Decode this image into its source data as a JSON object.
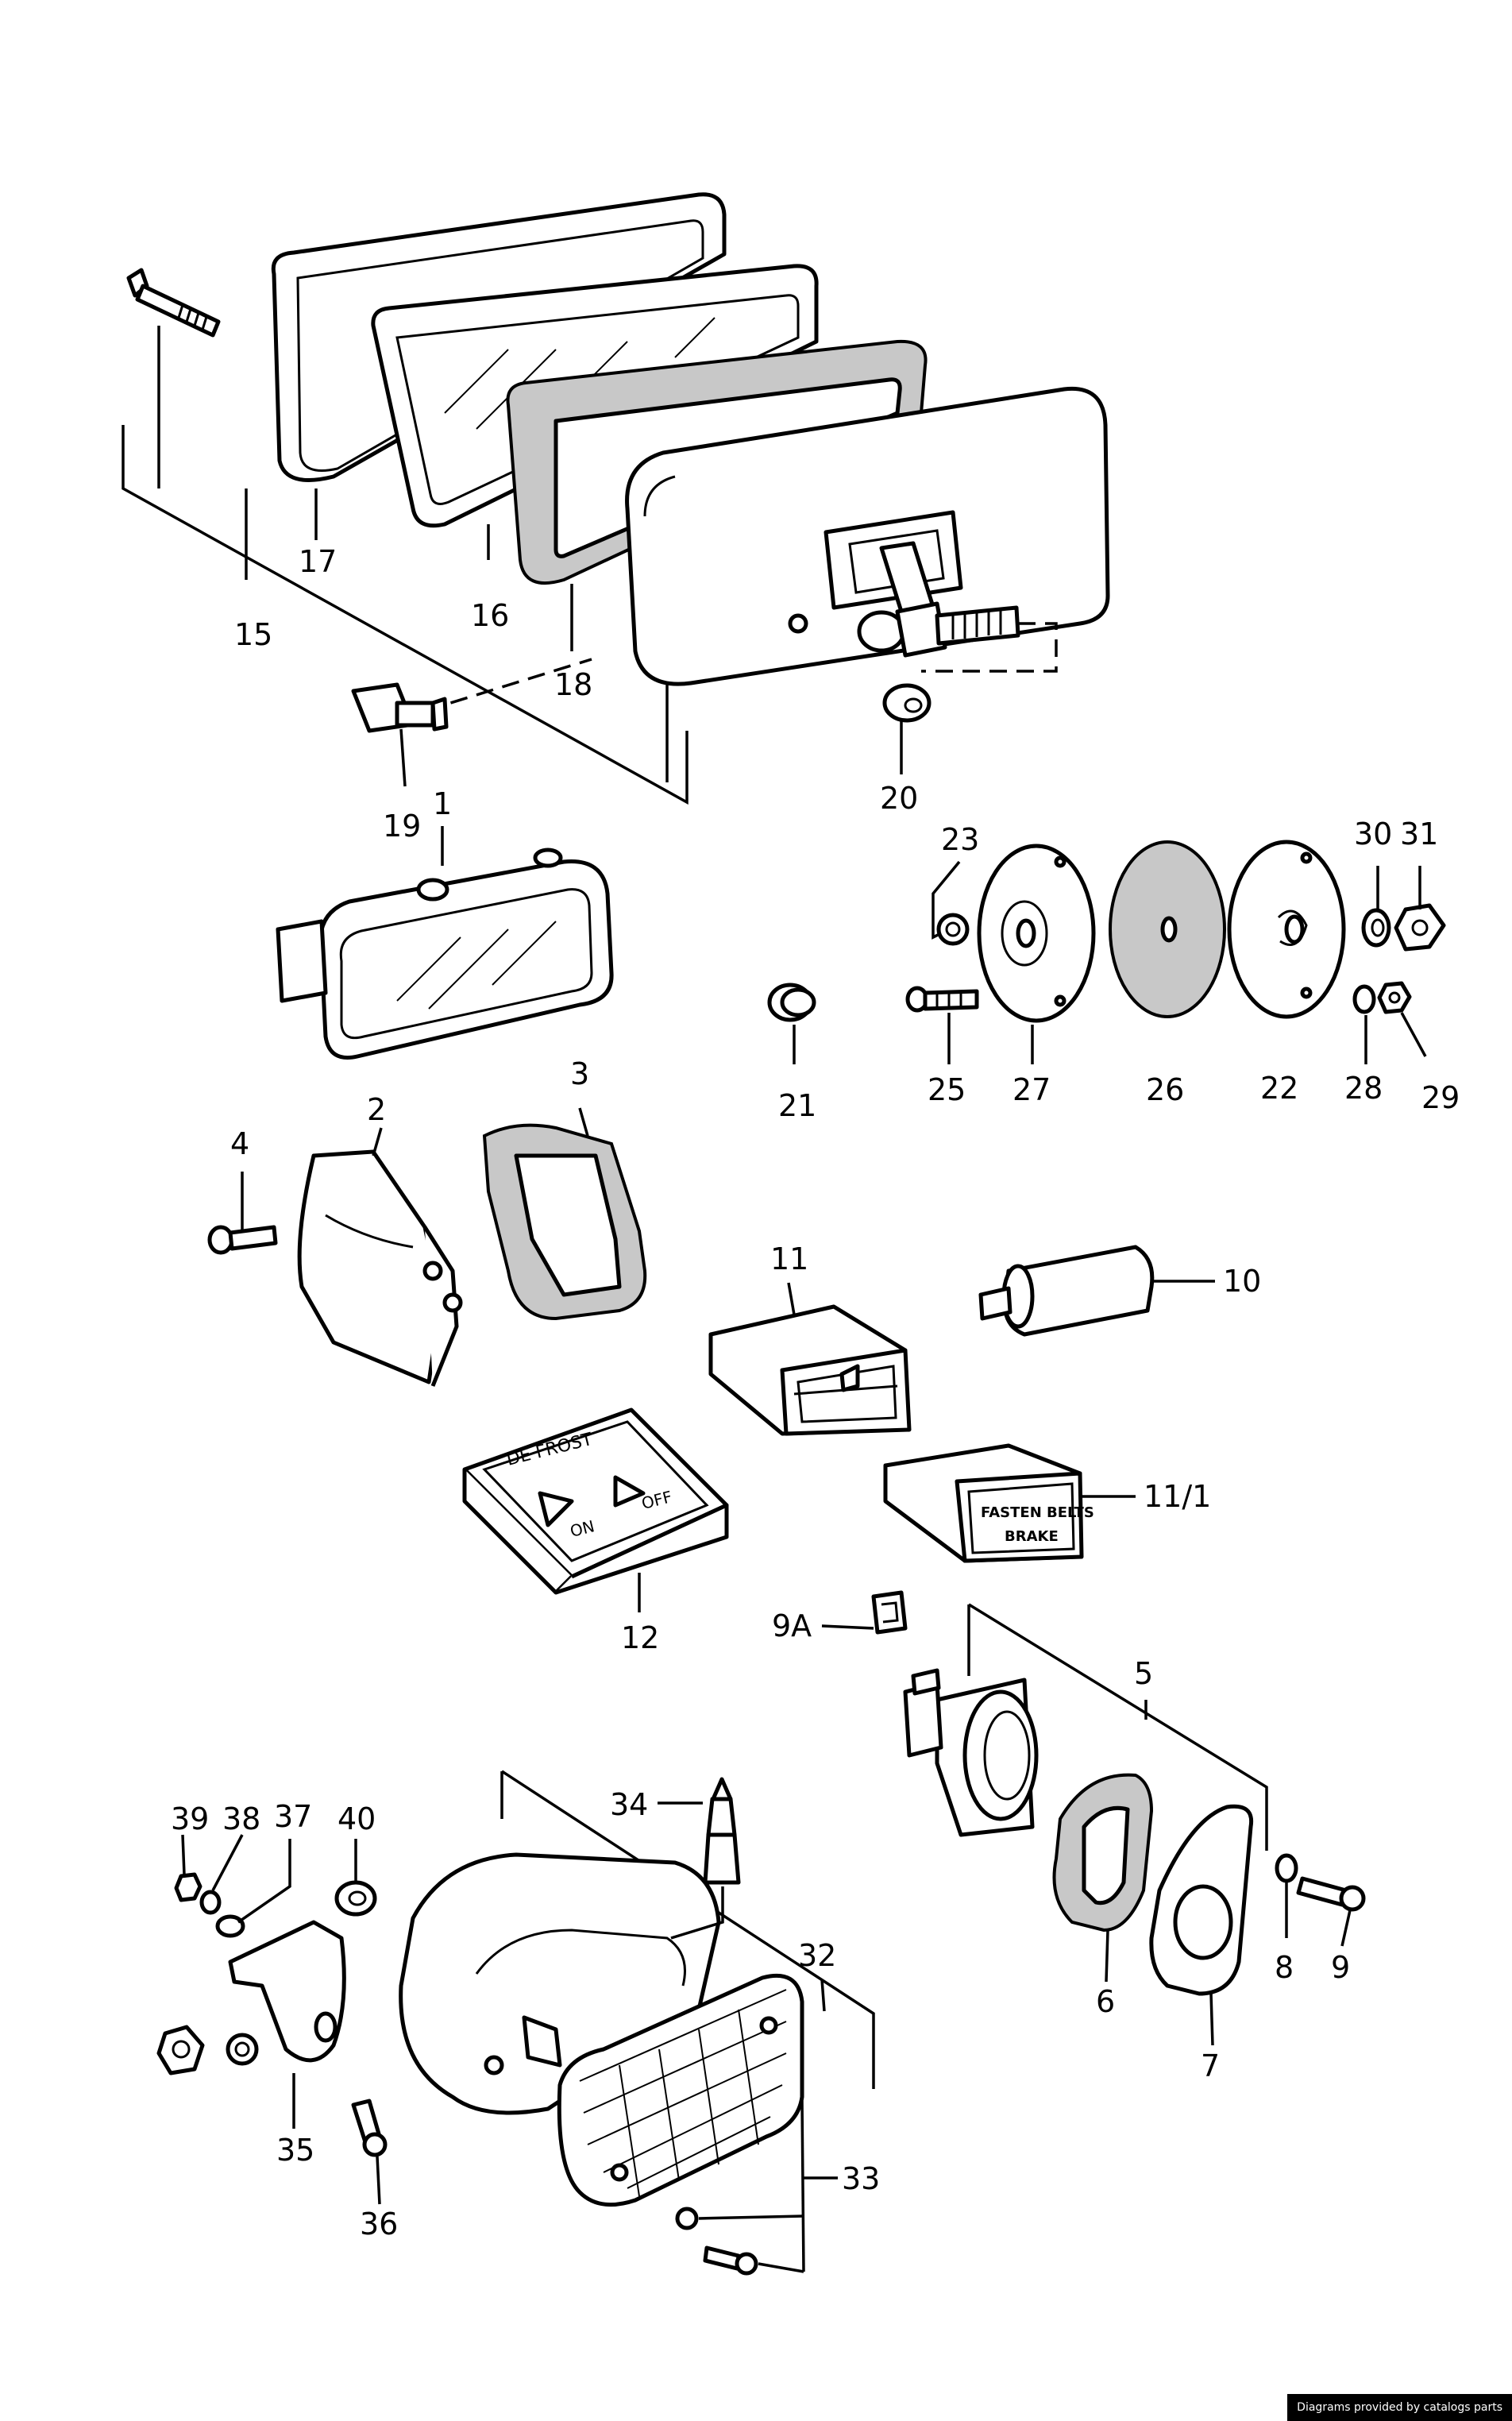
{
  "callouts": {
    "c1": "1",
    "c2": "2",
    "c3": "3",
    "c4": "4",
    "c5": "5",
    "c6": "6",
    "c7": "7",
    "c8": "8",
    "c9": "9",
    "c9A": "9A",
    "c10": "10",
    "c11": "11",
    "c11_1": "11/1",
    "c12": "12",
    "c15": "15",
    "c16": "16",
    "c17": "17",
    "c18": "18",
    "c19": "19",
    "c20": "20",
    "c21": "21",
    "c22": "22",
    "c23": "23",
    "c25": "25",
    "c26": "26",
    "c27": "27",
    "c28": "28",
    "c29": "29",
    "c30": "30",
    "c31": "31",
    "c32": "32",
    "c33": "33",
    "c34": "34",
    "c35": "35",
    "c36": "36",
    "c37": "37",
    "c38": "38",
    "c39": "39",
    "c40": "40"
  },
  "switch_labels": {
    "defrost": "DE FROST",
    "on": "ON",
    "off": "OFF",
    "fasten_belts": "FASTEN BELTS",
    "brake": "BRAKE"
  },
  "footer": {
    "credit": "Diagrams provided by catalogs parts"
  }
}
